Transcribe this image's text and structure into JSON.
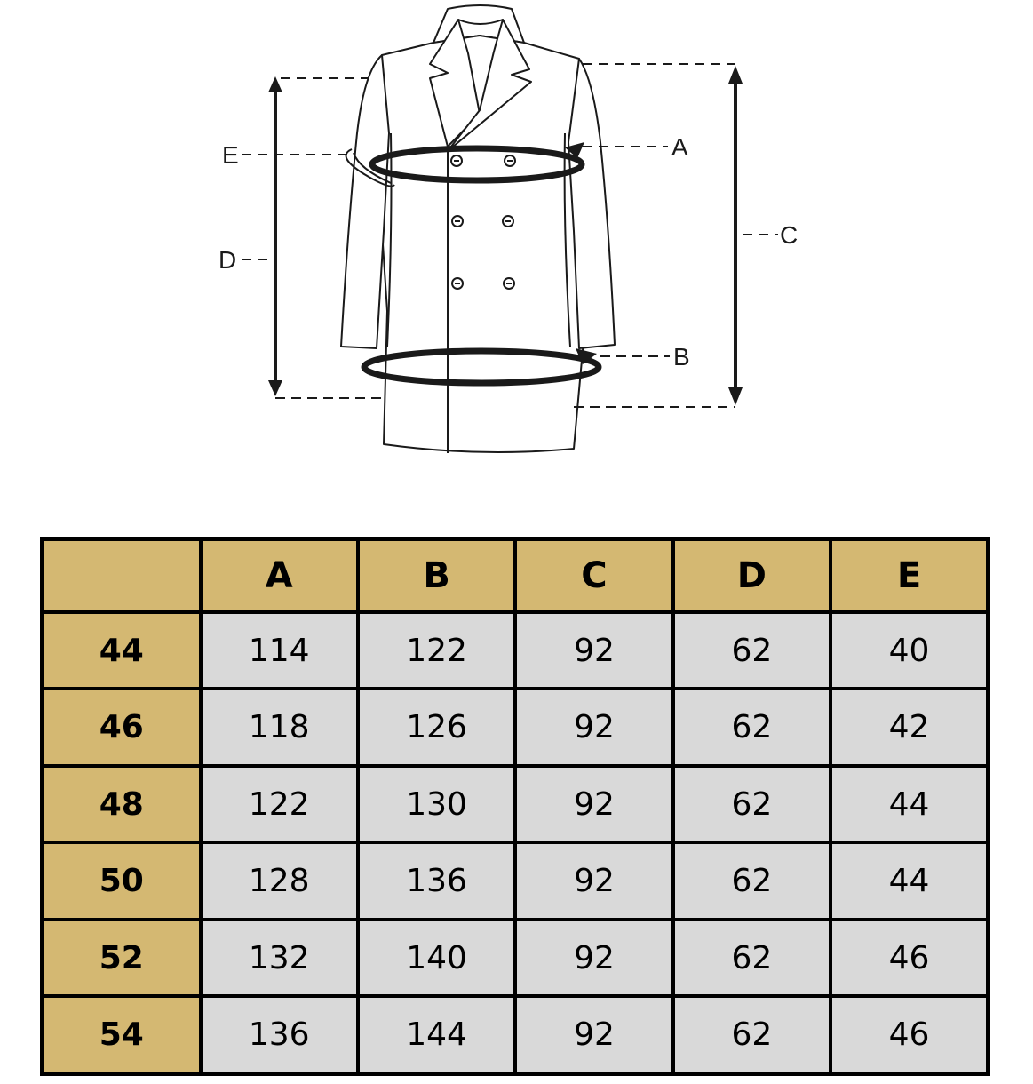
{
  "labels": {
    "a": "A",
    "b": "B",
    "c": "C",
    "d": "D",
    "e": "E"
  },
  "table": {
    "corner": "",
    "headers": [
      "A",
      "B",
      "C",
      "D",
      "E"
    ],
    "rows": [
      {
        "size": "44",
        "values": [
          "114",
          "122",
          "92",
          "62",
          "40"
        ]
      },
      {
        "size": "46",
        "values": [
          "118",
          "126",
          "92",
          "62",
          "42"
        ]
      },
      {
        "size": "48",
        "values": [
          "122",
          "130",
          "92",
          "62",
          "44"
        ]
      },
      {
        "size": "50",
        "values": [
          "128",
          "136",
          "92",
          "62",
          "44"
        ]
      },
      {
        "size": "52",
        "values": [
          "132",
          "140",
          "92",
          "62",
          "46"
        ]
      },
      {
        "size": "54",
        "values": [
          "136",
          "144",
          "92",
          "62",
          "46"
        ]
      }
    ]
  },
  "colors": {
    "header_fill": "#d4b872",
    "cell_fill": "#d9d9d9",
    "line": "#1a1a1a"
  }
}
